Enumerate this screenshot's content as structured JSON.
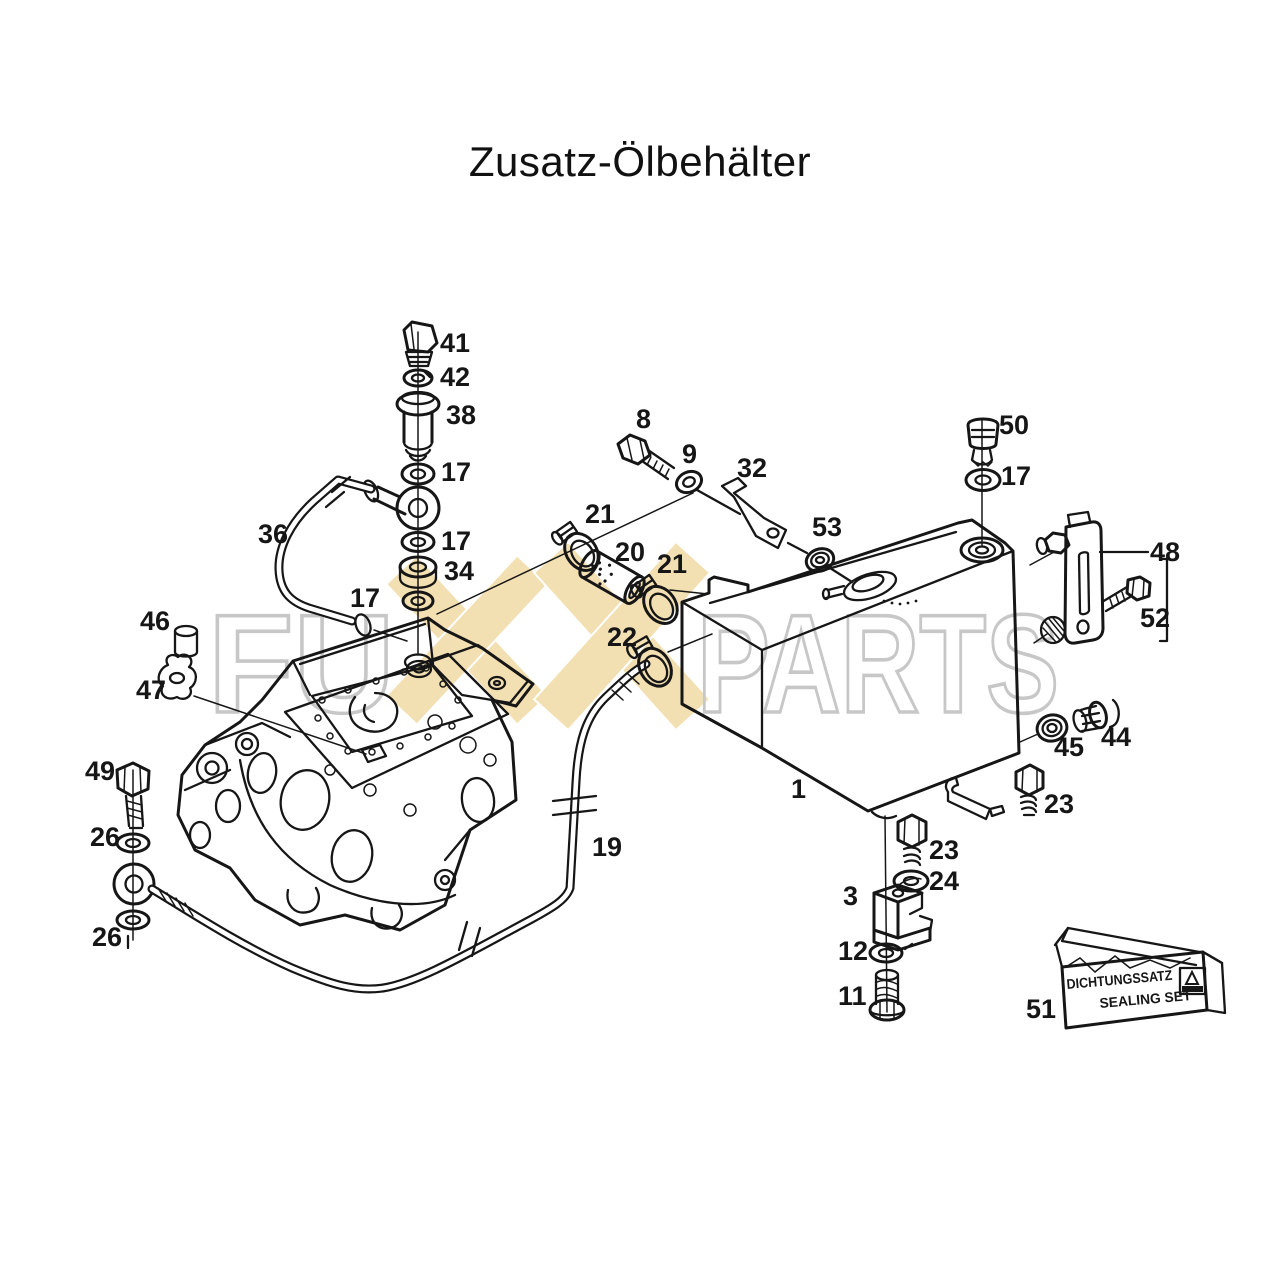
{
  "title": "Zusatz-Ölbehälter",
  "watermark": {
    "left": "FU",
    "right": "PARTS",
    "letter_color": "#c7c7c7",
    "x_color": "#f3e0b2"
  },
  "colors": {
    "ink": "#161616",
    "background": "#ffffff"
  },
  "part_labels": [
    {
      "text": "41"
    },
    {
      "text": "42"
    },
    {
      "text": "38"
    },
    {
      "text": "17"
    },
    {
      "text": "36"
    },
    {
      "text": "17"
    },
    {
      "text": "34"
    },
    {
      "text": "17"
    },
    {
      "text": "46"
    },
    {
      "text": "47"
    },
    {
      "text": "49"
    },
    {
      "text": "26"
    },
    {
      "text": "26"
    },
    {
      "text": "8"
    },
    {
      "text": "9"
    },
    {
      "text": "32"
    },
    {
      "text": "53"
    },
    {
      "text": "21"
    },
    {
      "text": "20"
    },
    {
      "text": "21"
    },
    {
      "text": "22"
    },
    {
      "text": "19"
    },
    {
      "text": "50"
    },
    {
      "text": "17"
    },
    {
      "text": "48"
    },
    {
      "text": "52"
    },
    {
      "text": "45"
    },
    {
      "text": "44"
    },
    {
      "text": "23"
    },
    {
      "text": "1"
    },
    {
      "text": "23"
    },
    {
      "text": "24"
    },
    {
      "text": "3"
    },
    {
      "text": "12"
    },
    {
      "text": "11"
    },
    {
      "text": "51"
    }
  ],
  "sealing_box": {
    "line1": "DICHTUNGSSATZ",
    "line2": "SEALING SET"
  }
}
